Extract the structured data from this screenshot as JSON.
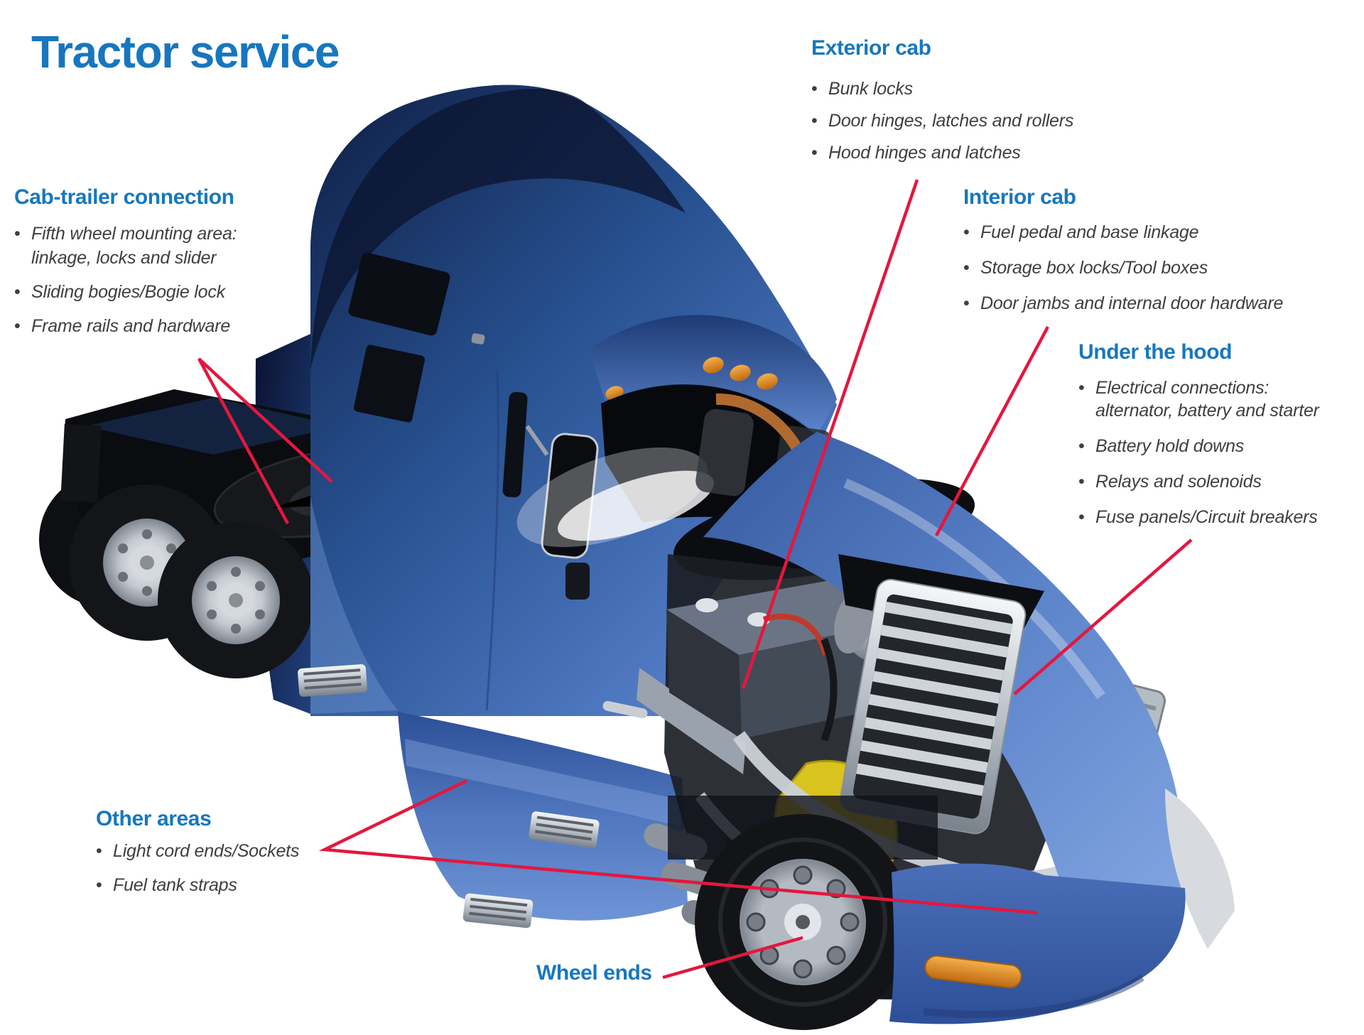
{
  "title": "Tractor service",
  "bullet": "•",
  "colors": {
    "heading_blue": "#1777be",
    "body_text": "#3f3e40",
    "callout_red": "#e4173e",
    "truck_blue": "#3a63b5"
  },
  "sections": {
    "cab_trailer": {
      "heading": "Cab-trailer connection",
      "items": [
        [
          "Fifth wheel mounting area:",
          "linkage, locks and slider"
        ],
        [
          "Sliding bogies/Bogie lock"
        ],
        [
          "Frame rails and hardware"
        ]
      ]
    },
    "exterior_cab": {
      "heading": "Exterior cab",
      "items": [
        [
          "Bunk locks"
        ],
        [
          "Door hinges, latches and rollers"
        ],
        [
          "Hood hinges and latches"
        ]
      ]
    },
    "interior_cab": {
      "heading": "Interior cab",
      "items": [
        [
          "Fuel pedal and base linkage"
        ],
        [
          "Storage box locks/Tool boxes"
        ],
        [
          "Door jambs and internal door hardware"
        ]
      ]
    },
    "under_hood": {
      "heading": "Under the hood",
      "items": [
        [
          "Electrical connections:",
          "alternator, battery and starter"
        ],
        [
          "Battery hold downs"
        ],
        [
          "Relays and solenoids"
        ],
        [
          "Fuse panels/Circuit breakers"
        ]
      ]
    },
    "other_areas": {
      "heading": "Other areas",
      "items": [
        [
          "Light cord ends/Sockets"
        ],
        [
          "Fuel tank straps"
        ]
      ]
    },
    "wheel_ends": {
      "heading": "Wheel ends"
    }
  }
}
